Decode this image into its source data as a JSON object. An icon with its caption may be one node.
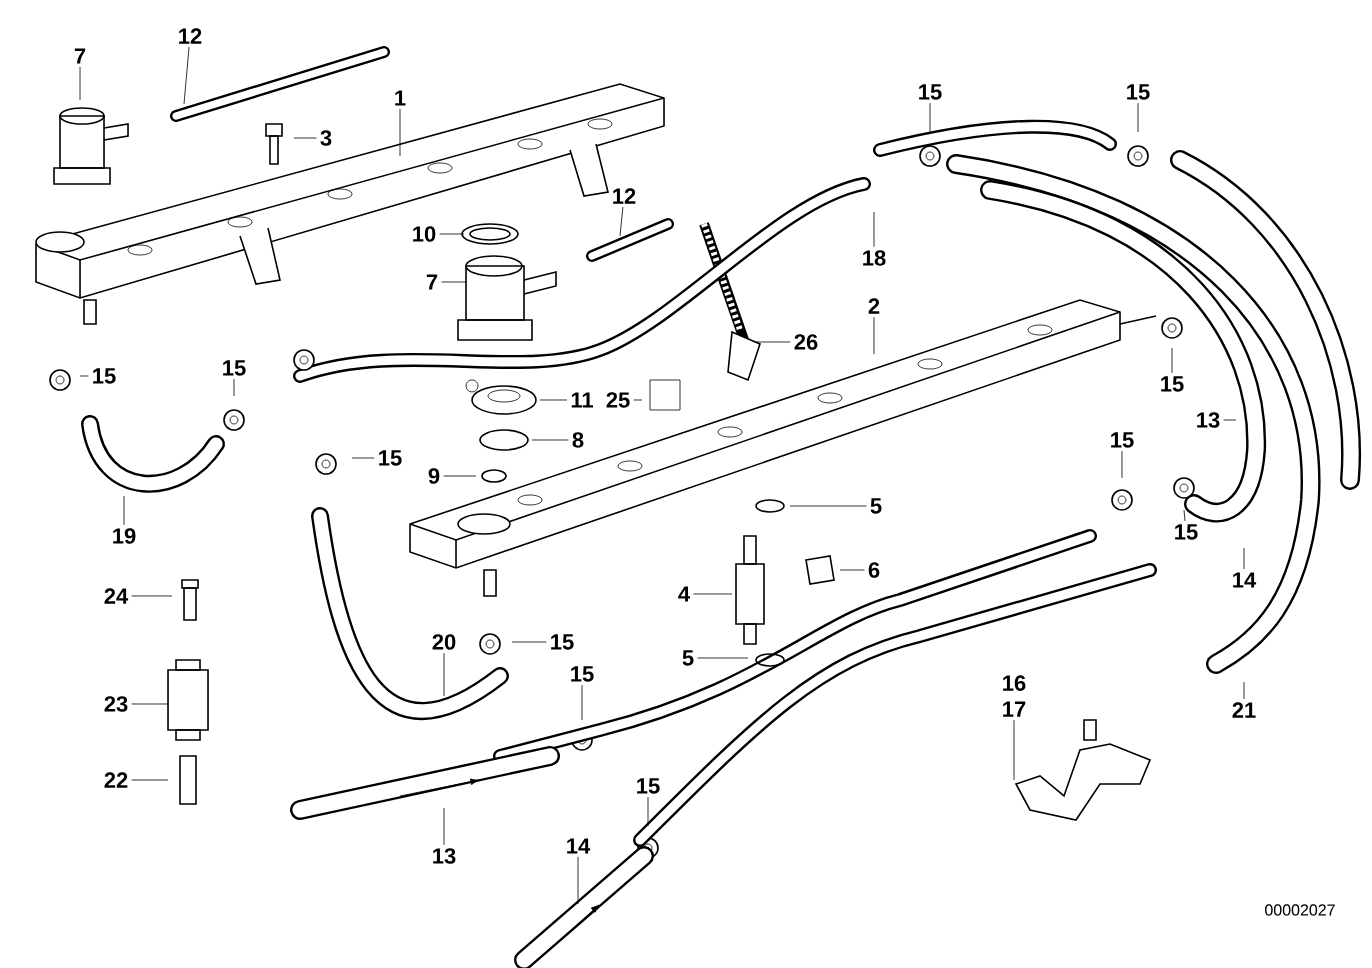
{
  "diagram": {
    "nodes": [
      {
        "text": [
          "7"
        ]
      },
      {
        "text": [
          "12"
        ]
      },
      {
        "text": [
          "3"
        ]
      },
      {
        "text": [
          "1"
        ]
      },
      {
        "text": [
          "15"
        ]
      },
      {
        "text": [
          "15"
        ]
      },
      {
        "text": [
          "12"
        ]
      },
      {
        "text": [
          "10"
        ]
      },
      {
        "text": [
          "18"
        ]
      },
      {
        "text": [
          "7"
        ]
      },
      {
        "text": [
          "2"
        ]
      },
      {
        "text": [
          "26"
        ]
      },
      {
        "text": [
          "15"
        ]
      },
      {
        "text": [
          "15"
        ]
      },
      {
        "text": [
          "15"
        ]
      },
      {
        "text": [
          "11"
        ]
      },
      {
        "text": [
          "25"
        ]
      },
      {
        "text": [
          "13"
        ]
      },
      {
        "text": [
          "15"
        ]
      },
      {
        "text": [
          "8"
        ]
      },
      {
        "text": [
          "9"
        ]
      },
      {
        "text": [
          "5"
        ]
      },
      {
        "text": [
          "15"
        ]
      },
      {
        "text": [
          "19"
        ]
      },
      {
        "text": [
          "6"
        ]
      },
      {
        "text": [
          "15"
        ]
      },
      {
        "text": [
          "14"
        ]
      },
      {
        "text": [
          "24"
        ]
      },
      {
        "text": [
          "4"
        ]
      },
      {
        "text": [
          "20"
        ]
      },
      {
        "text": [
          "15"
        ]
      },
      {
        "text": [
          "15"
        ]
      },
      {
        "text": [
          "5"
        ]
      },
      {
        "text": [
          "23"
        ]
      },
      {
        "text": [
          "16",
          "17"
        ]
      },
      {
        "text": [
          "21"
        ]
      },
      {
        "text": [
          "22"
        ]
      },
      {
        "text": [
          "15"
        ]
      },
      {
        "text": [
          "13"
        ]
      },
      {
        "text": [
          "14"
        ]
      }
    ],
    "edges": [
      {
        "from": 0,
        "to": null,
        "arrow": "none"
      },
      {
        "from": 1,
        "to": null,
        "arrow": "none"
      },
      {
        "from": 2,
        "to": null,
        "arrow": "none"
      },
      {
        "from": 3,
        "to": null,
        "arrow": "none"
      },
      {
        "from": 4,
        "to": null,
        "arrow": "none"
      },
      {
        "from": 5,
        "to": null,
        "arrow": "none"
      },
      {
        "from": 6,
        "to": null,
        "arrow": "none"
      },
      {
        "from": 7,
        "to": null,
        "arrow": "none"
      },
      {
        "from": 8,
        "to": null,
        "arrow": "none"
      },
      {
        "from": 9,
        "to": null,
        "arrow": "none"
      },
      {
        "from": 10,
        "to": null,
        "arrow": "none"
      },
      {
        "from": 11,
        "to": null,
        "arrow": "none"
      },
      {
        "from": 12,
        "to": null,
        "arrow": "none"
      },
      {
        "from": 13,
        "to": null,
        "arrow": "none"
      },
      {
        "from": 14,
        "to": null,
        "arrow": "none"
      },
      {
        "from": 15,
        "to": null,
        "arrow": "none"
      },
      {
        "from": 16,
        "to": null,
        "arrow": "none"
      },
      {
        "from": 17,
        "to": null,
        "arrow": "none"
      },
      {
        "from": 18,
        "to": null,
        "arrow": "none"
      },
      {
        "from": 19,
        "to": null,
        "arrow": "none"
      },
      {
        "from": 20,
        "to": null,
        "arrow": "none"
      },
      {
        "from": 21,
        "to": null,
        "arrow": "none"
      },
      {
        "from": 22,
        "to": null,
        "arrow": "none"
      },
      {
        "from": 23,
        "to": null,
        "arrow": "none"
      },
      {
        "from": 24,
        "to": null,
        "arrow": "none"
      },
      {
        "from": 25,
        "to": null,
        "arrow": "none"
      },
      {
        "from": 26,
        "to": null,
        "arrow": "none"
      },
      {
        "from": 27,
        "to": null,
        "arrow": "none"
      },
      {
        "from": 28,
        "to": null,
        "arrow": "none"
      },
      {
        "from": 29,
        "to": null,
        "arrow": "none"
      },
      {
        "from": 30,
        "to": null,
        "arrow": "none"
      },
      {
        "from": 31,
        "to": null,
        "arrow": "none"
      },
      {
        "from": 32,
        "to": null,
        "arrow": "none"
      },
      {
        "from": 33,
        "to": null,
        "arrow": "none"
      },
      {
        "from": 34,
        "to": null,
        "arrow": "none"
      },
      {
        "from": 35,
        "to": null,
        "arrow": "none"
      },
      {
        "from": 36,
        "to": null,
        "arrow": "none"
      },
      {
        "from": 37,
        "to": null,
        "arrow": "none"
      },
      {
        "from": 38,
        "to": null,
        "arrow": "none"
      },
      {
        "from": 39,
        "to": null,
        "arrow": "none"
      }
    ],
    "labels": [
      "00002027"
    ]
  }
}
